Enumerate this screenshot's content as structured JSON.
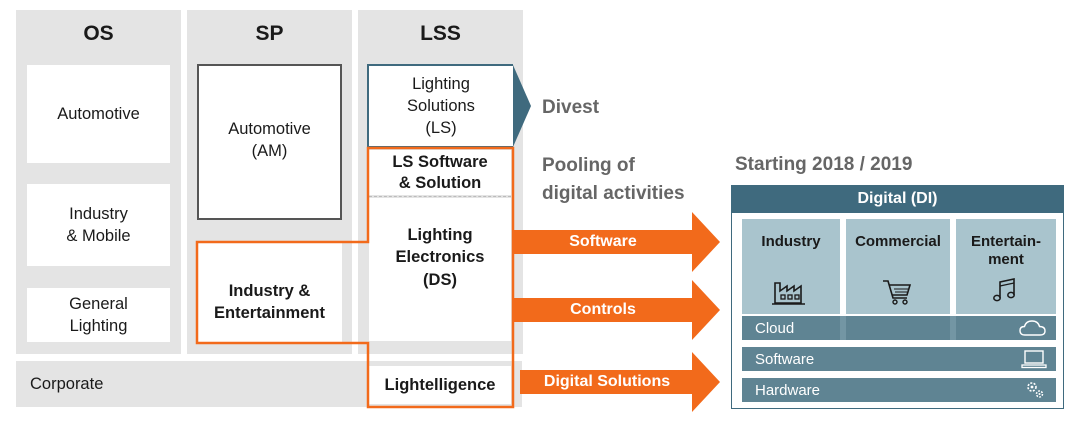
{
  "columns": {
    "os": {
      "title": "OS",
      "items": [
        "Automotive",
        "Industry\n& Mobile",
        "General\nLighting"
      ]
    },
    "sp": {
      "title": "SP",
      "automotive": "Automotive\n(AM)",
      "industry": "Industry  &\nEntertainment"
    },
    "lss": {
      "title": "LSS",
      "lighting_solutions": "Lighting\nSolutions\n(LS)",
      "ls_software": "LS Software\n& Solution",
      "lighting_electronics": "Lighting\nElectronics\n(DS)",
      "lightelligence": "Lightelligence"
    }
  },
  "corporate": "Corporate",
  "divest": "Divest",
  "pooling": "Pooling of\ndigital activities",
  "starting": "Starting 2018 / 2019",
  "arrows": [
    "Software",
    "Controls",
    "Digital Solutions"
  ],
  "digital": {
    "title": "Digital (DI)",
    "segments": [
      {
        "label": "Industry",
        "icon": "factory-icon"
      },
      {
        "label": "Commercial",
        "icon": "shopping-cart-icon"
      },
      {
        "label": "Entertain-\nment",
        "icon": "music-note-icon"
      }
    ],
    "layers": [
      {
        "label": "Cloud",
        "icon": "cloud-icon"
      },
      {
        "label": "Software",
        "icon": "laptop-icon"
      },
      {
        "label": "Hardware",
        "icon": "gears-icon"
      }
    ]
  },
  "colors": {
    "orange": "#f26a1b",
    "steel_blue": "#3f6a7e",
    "layer_blue": "#5f8493",
    "segment_blue": "#a9c4cd",
    "column_gray": "#e4e4e4"
  }
}
